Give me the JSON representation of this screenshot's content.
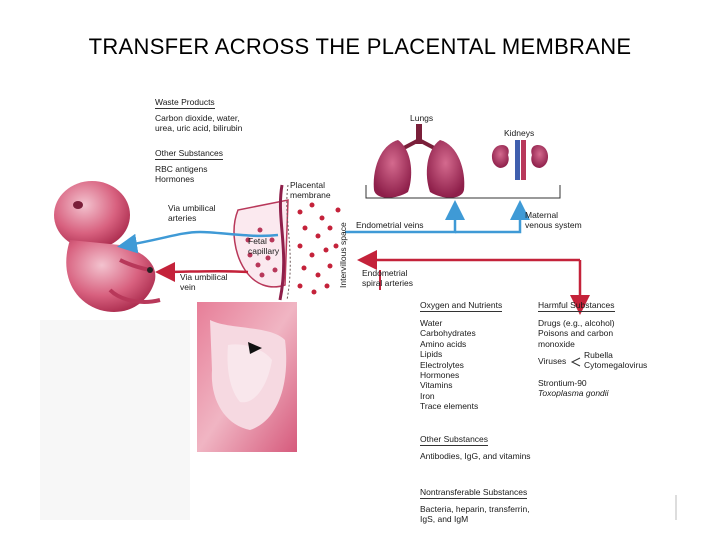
{
  "title": "TRANSFER ACROSS THE PLACENTAL MEMBRANE",
  "labels": {
    "waste_header": "Waste Products",
    "waste_items": [
      "Carbon dioxide, water,",
      "urea, uric acid, bilirubin"
    ],
    "other_top_header": "Other Substances",
    "other_top_items": [
      "RBC antigens",
      "Hormones"
    ],
    "placental_membrane": [
      "Placental",
      "membrane"
    ],
    "via_umbilical_arteries": [
      "Via umbilical",
      "arteries"
    ],
    "fetal_capillary": [
      "Fetal",
      "capillary"
    ],
    "via_umbilical_vein": [
      "Via umbilical",
      "vein"
    ],
    "intervillous_space": "Intervillous space",
    "lungs": "Lungs",
    "kidneys": "Kidneys",
    "endometrial_veins": "Endometrial veins",
    "maternal_venous_system": [
      "Maternal",
      "venous system"
    ],
    "endometrial_spiral_arteries": [
      "Endometrial",
      "spiral arteries"
    ],
    "oxygen_header": "Oxygen and Nutrients",
    "oxygen_items": [
      "Water",
      "Carbohydrates",
      "Amino acids",
      "Lipids",
      "Electrolytes",
      "Hormones",
      "Vitamins",
      "Iron",
      "Trace elements"
    ],
    "harmful_header": "Harmful Substances",
    "harmful_items_top": [
      "Drugs (e.g., alcohol)",
      "Poisons and carbon",
      "monoxide"
    ],
    "viruses": "Viruses",
    "virus_items": [
      "Rubella",
      "Cytomegalovirus"
    ],
    "harmful_items_bottom": [
      "Strontium-90"
    ],
    "toxoplasma": "Toxoplasma gondii",
    "other_bottom_header": "Other Substances",
    "other_bottom_items": [
      "Antibodies, IgG, and vitamins"
    ],
    "nontransferable_header": "Nontransferable Substances",
    "nontransferable_items": [
      "Bacteria, heparin, transferrin,",
      "IgS, and IgM"
    ]
  },
  "colors": {
    "arrow_blue": "#3f9ad6",
    "arrow_red": "#c4223a",
    "organ_pink": "#b23a66",
    "fetus_pink": "#c9436a",
    "micrograph_pink": "#d5607f"
  }
}
